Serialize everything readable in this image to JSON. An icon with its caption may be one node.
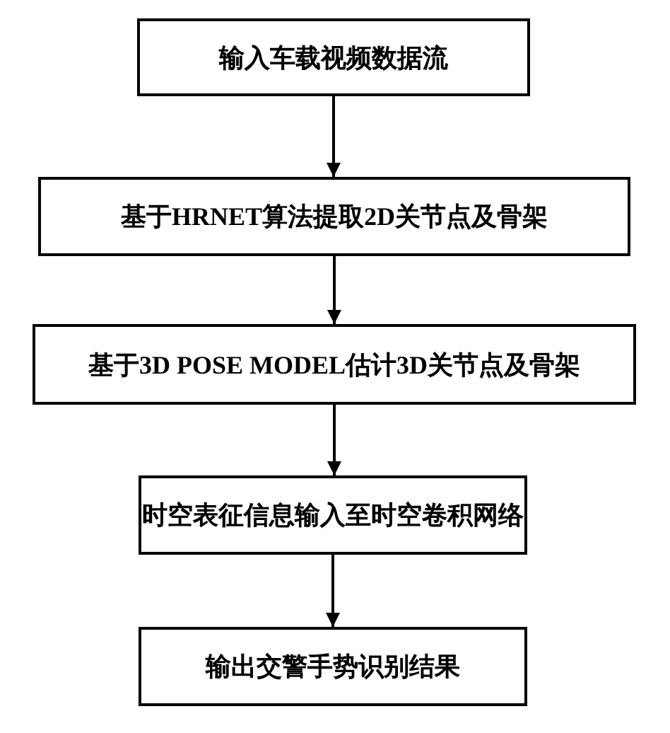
{
  "diagram": {
    "nodes": [
      {
        "text": [
          "输入车载视频数据流"
        ]
      },
      {
        "text": [
          "基于HRNET算法提取2D关节点及骨架"
        ]
      },
      {
        "text": [
          "基于3D POSE MODEL估计3D关节点及骨架"
        ]
      },
      {
        "text": [
          "时空表征信息输入至时空卷积网络"
        ]
      },
      {
        "text": [
          "输出交警手势识别结果"
        ]
      }
    ],
    "edges": [
      {
        "from": 0,
        "to": 1,
        "arrow": "to"
      },
      {
        "from": 1,
        "to": 2,
        "arrow": "to"
      },
      {
        "from": 2,
        "to": 3,
        "arrow": "to"
      },
      {
        "from": 3,
        "to": 4,
        "arrow": "to"
      }
    ]
  }
}
